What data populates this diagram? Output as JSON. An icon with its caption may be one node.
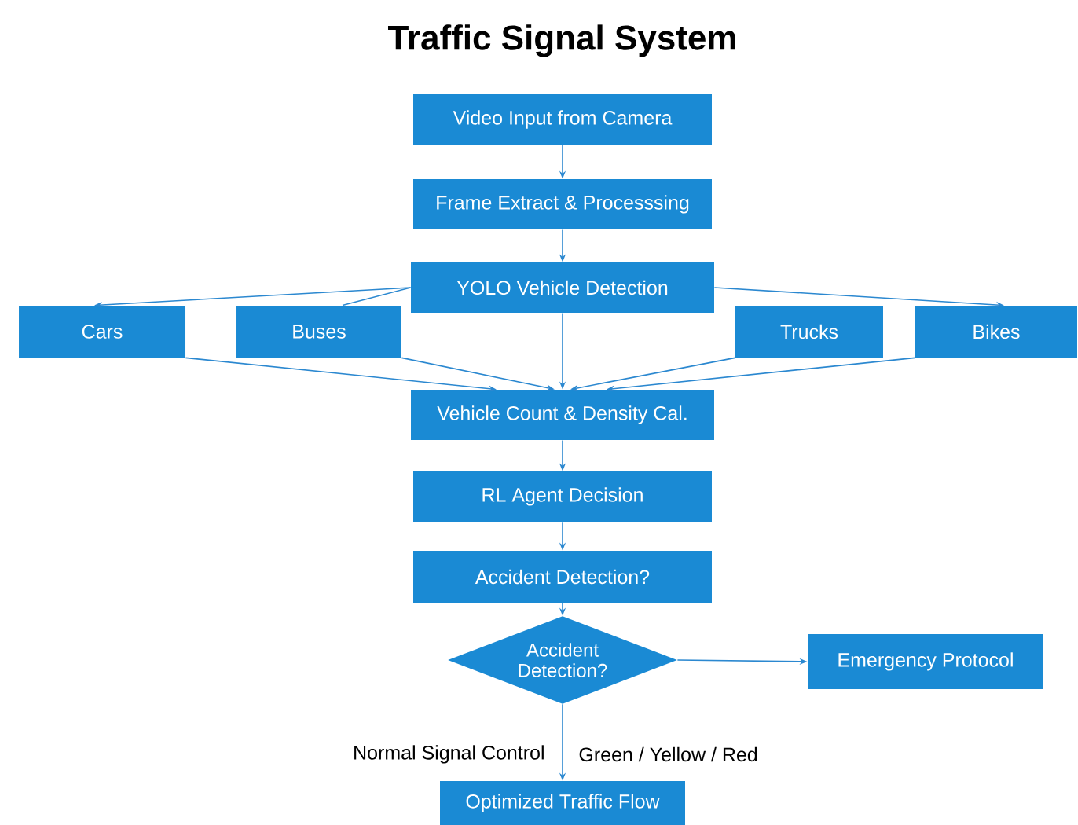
{
  "diagram": {
    "title": "Traffic Signal System",
    "nodes": [
      {
        "text": [
          "Video Input from Camera"
        ]
      },
      {
        "text": [
          "Frame Extract & Processsing"
        ]
      },
      {
        "text": [
          "YOLO Vehicle Detection"
        ]
      },
      {
        "text": [
          "Cars"
        ]
      },
      {
        "text": [
          "Buses"
        ]
      },
      {
        "text": [
          "Trucks"
        ]
      },
      {
        "text": [
          "Bikes"
        ]
      },
      {
        "text": [
          "Vehicle Count & Density Cal."
        ]
      },
      {
        "text": [
          "RL Agent Decision"
        ]
      },
      {
        "text": [
          "Accident Detection?"
        ]
      },
      {
        "text": [
          "Accident Detection?"
        ]
      },
      {
        "text": [
          "Emergency Protocol"
        ]
      },
      {
        "text": [
          "Optimized Traffic Flow"
        ]
      }
    ],
    "edges": [
      {
        "from": 0,
        "to": 1,
        "arrow": "to"
      },
      {
        "from": 1,
        "to": 2,
        "arrow": "to"
      },
      {
        "from": 2,
        "to": 3,
        "arrow": "to"
      },
      {
        "from": 2,
        "to": 4,
        "arrow": "none"
      },
      {
        "from": 2,
        "to": 6,
        "arrow": "to"
      },
      {
        "from": 2,
        "to": 7,
        "arrow": "to"
      },
      {
        "from": 3,
        "to": 7,
        "arrow": "to"
      },
      {
        "from": 4,
        "to": 7,
        "arrow": "to"
      },
      {
        "from": 5,
        "to": 7,
        "arrow": "to"
      },
      {
        "from": 6,
        "to": 7,
        "arrow": "to"
      },
      {
        "from": 7,
        "to": 8,
        "arrow": "to"
      },
      {
        "from": 8,
        "to": 9,
        "arrow": "to"
      },
      {
        "from": 9,
        "to": 10,
        "arrow": "to"
      },
      {
        "from": 10,
        "to": 11,
        "arrow": "to"
      },
      {
        "from": 10,
        "to": 12,
        "arrow": "to"
      }
    ],
    "labels": [
      "Normal Signal Control",
      "Green / Yellow / Red"
    ]
  }
}
